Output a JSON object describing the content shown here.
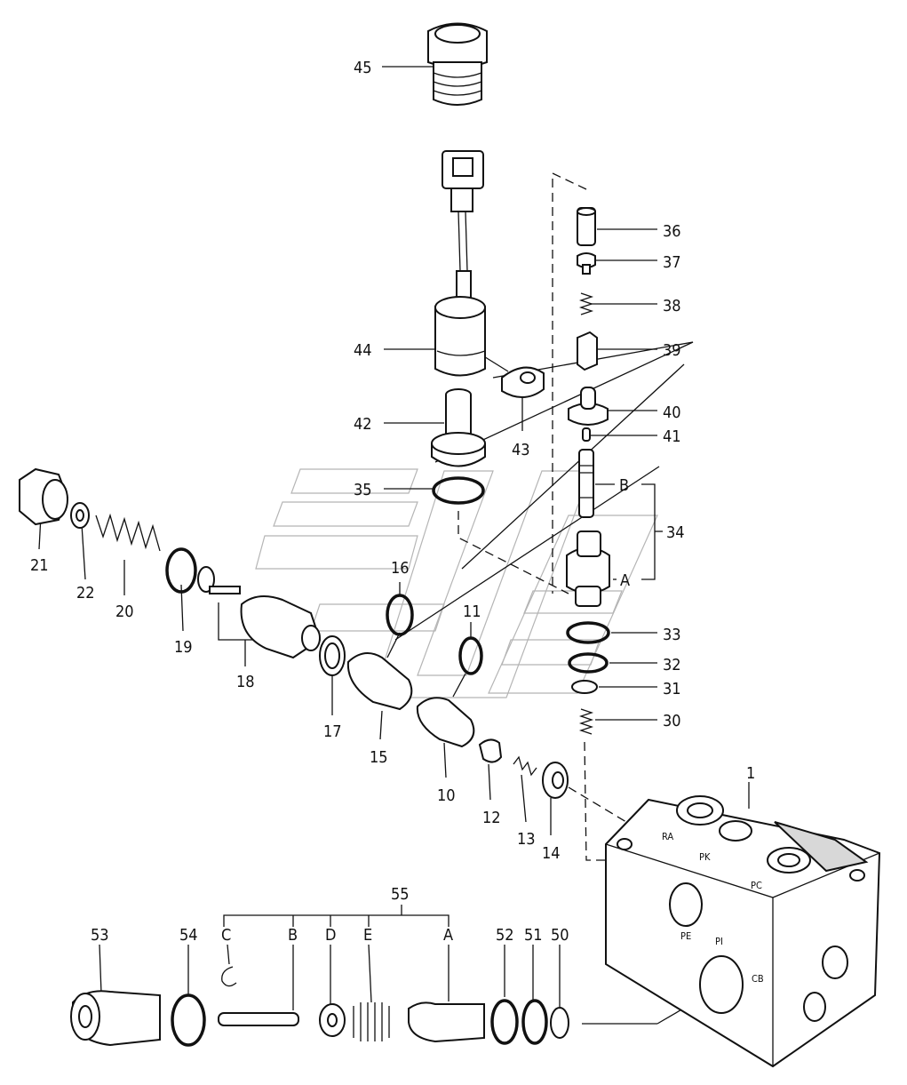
{
  "parts": [
    {
      "key": "p45",
      "text": "45"
    },
    {
      "key": "p44",
      "text": "44"
    },
    {
      "key": "p43",
      "text": "43"
    },
    {
      "key": "p42",
      "text": "42"
    },
    {
      "key": "p36",
      "text": "36"
    },
    {
      "key": "p37",
      "text": "37"
    },
    {
      "key": "p38",
      "text": "38"
    },
    {
      "key": "p39",
      "text": "39"
    },
    {
      "key": "p40",
      "text": "40"
    },
    {
      "key": "p41",
      "text": "41"
    },
    {
      "key": "pB1",
      "text": "B"
    },
    {
      "key": "p34",
      "text": "34"
    },
    {
      "key": "pA1",
      "text": "A"
    },
    {
      "key": "p35",
      "text": "35"
    },
    {
      "key": "p33",
      "text": "33"
    },
    {
      "key": "p32",
      "text": "32"
    },
    {
      "key": "p31",
      "text": "31"
    },
    {
      "key": "p30",
      "text": "30"
    },
    {
      "key": "p21",
      "text": "21"
    },
    {
      "key": "p22",
      "text": "22"
    },
    {
      "key": "p20",
      "text": "20"
    },
    {
      "key": "p19",
      "text": "19"
    },
    {
      "key": "p18",
      "text": "18"
    },
    {
      "key": "p17",
      "text": "17"
    },
    {
      "key": "p16",
      "text": "16"
    },
    {
      "key": "p15",
      "text": "15"
    },
    {
      "key": "p11",
      "text": "11"
    },
    {
      "key": "p10",
      "text": "10"
    },
    {
      "key": "p12",
      "text": "12"
    },
    {
      "key": "p13",
      "text": "13"
    },
    {
      "key": "p14",
      "text": "14"
    },
    {
      "key": "p1",
      "text": "1"
    },
    {
      "key": "p55",
      "text": "55"
    },
    {
      "key": "p53",
      "text": "53"
    },
    {
      "key": "p54",
      "text": "54"
    },
    {
      "key": "pC",
      "text": "C"
    },
    {
      "key": "pB2",
      "text": "B"
    },
    {
      "key": "pD",
      "text": "D"
    },
    {
      "key": "pE",
      "text": "E"
    },
    {
      "key": "pA2",
      "text": "A"
    },
    {
      "key": "p52",
      "text": "52"
    },
    {
      "key": "p51",
      "text": "51"
    },
    {
      "key": "p50",
      "text": "50"
    }
  ],
  "port_marks": [
    {
      "key": "m1",
      "text": "RA"
    },
    {
      "key": "m2",
      "text": "PK"
    },
    {
      "key": "m3",
      "text": "PC"
    },
    {
      "key": "m4",
      "text": "PE"
    },
    {
      "key": "m5",
      "text": "PI"
    },
    {
      "key": "m6",
      "text": "CB"
    }
  ]
}
